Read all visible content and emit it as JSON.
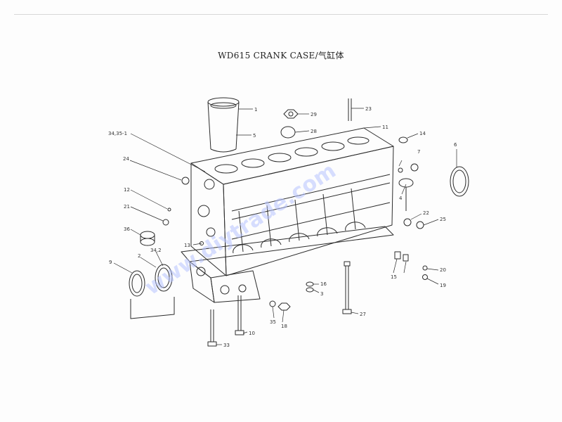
{
  "title": "WD615 CRANK CASE/气缸体",
  "watermark": "www.diytrade.com",
  "colors": {
    "line": "#2b2b2b",
    "watermark": "#b7c3ff"
  },
  "callouts": [
    {
      "id": "1",
      "label": "1"
    },
    {
      "id": "5",
      "label": "5"
    },
    {
      "id": "29",
      "label": "29"
    },
    {
      "id": "28",
      "label": "28"
    },
    {
      "id": "23",
      "label": "23"
    },
    {
      "id": "11",
      "label": "11"
    },
    {
      "id": "34-35-1",
      "label": "34,35-1"
    },
    {
      "id": "14",
      "label": "14"
    },
    {
      "id": "24",
      "label": "24"
    },
    {
      "id": "6",
      "label": "6"
    },
    {
      "id": "7",
      "label": "7"
    },
    {
      "id": "4",
      "label": "4"
    },
    {
      "id": "12",
      "label": "12"
    },
    {
      "id": "21",
      "label": "21"
    },
    {
      "id": "36",
      "label": "36"
    },
    {
      "id": "13",
      "label": "13"
    },
    {
      "id": "22",
      "label": "22"
    },
    {
      "id": "25",
      "label": "25"
    },
    {
      "id": "34-2",
      "label": "34,2"
    },
    {
      "id": "9",
      "label": "9"
    },
    {
      "id": "2",
      "label": "2"
    },
    {
      "id": "20",
      "label": "20"
    },
    {
      "id": "15",
      "label": "15"
    },
    {
      "id": "19",
      "label": "19"
    },
    {
      "id": "16",
      "label": "16"
    },
    {
      "id": "3",
      "label": "3"
    },
    {
      "id": "27",
      "label": "27"
    },
    {
      "id": "35",
      "label": "35"
    },
    {
      "id": "18",
      "label": "18"
    },
    {
      "id": "10",
      "label": "10"
    },
    {
      "id": "33",
      "label": "33"
    }
  ]
}
